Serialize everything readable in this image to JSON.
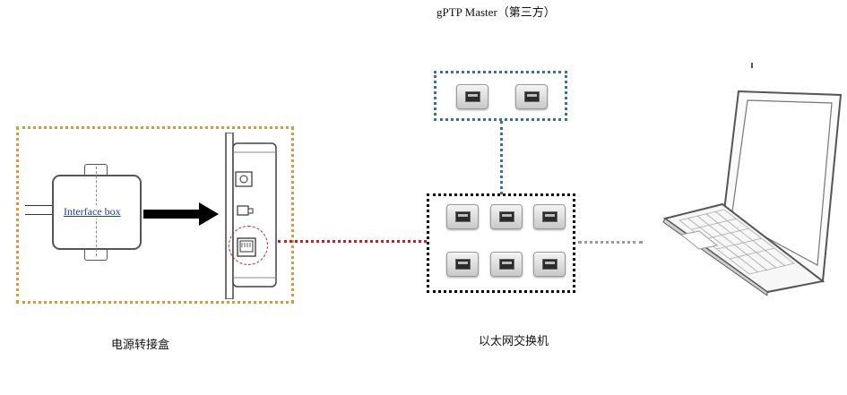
{
  "top_caption": "gPTP Master（第三方）",
  "interface_box_label": "Interface box",
  "left_caption": "电源转接盒",
  "switch_caption": "以太网交换机",
  "colors": {
    "orange_dotted": "#d9963a",
    "blue_dotted": "#3a6f9a",
    "black_dotted": "#000000",
    "red_dotted": "#cc1e1e",
    "gray_dotted": "#9a9a9a",
    "label_link": "#1f3ea8"
  },
  "icons": [
    "rj45-port-icon",
    "laptop-icon",
    "arrow-right-icon",
    "power-adapter-icon"
  ]
}
